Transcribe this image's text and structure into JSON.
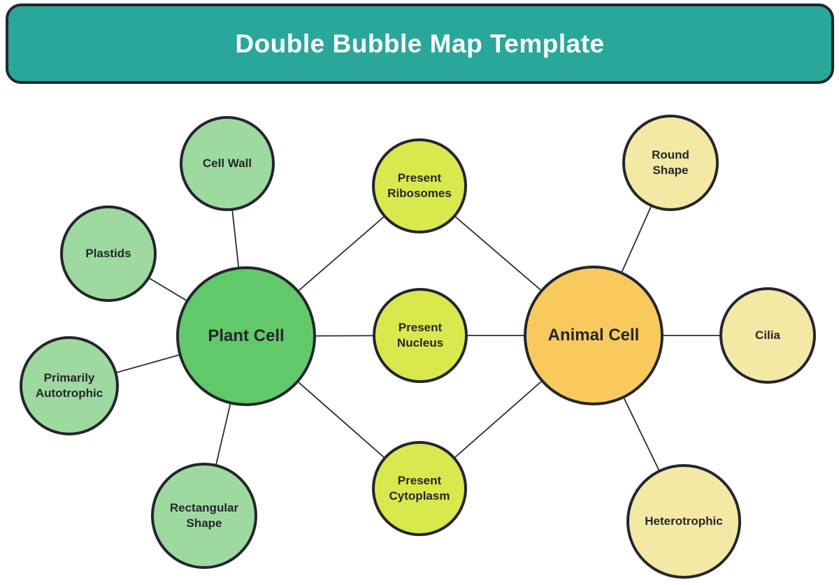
{
  "header": {
    "title": "Double Bubble Map Template"
  },
  "colors": {
    "header_bg": "#2aa79b",
    "outline": "#23262e",
    "connector": "#2a2d35",
    "plant_cell_fill": "#62c96b",
    "plant_attribute_fill": "#9ed9a0",
    "shared_attribute_fill": "#d9e84d",
    "animal_cell_fill": "#f8ca5e",
    "animal_attribute_fill": "#f3e9a5",
    "title_text": "#ffffff",
    "node_text": "#26262b"
  },
  "nodes": {
    "plant_cell": {
      "label": "Plant Cell"
    },
    "animal_cell": {
      "label": "Animal Cell"
    },
    "cell_wall": {
      "label": "Cell Wall"
    },
    "plastids": {
      "label": "Plastids"
    },
    "primarily_autotrophic": {
      "label": "Primarily\nAutotrophic"
    },
    "rectangular_shape": {
      "label": "Rectangular\nShape"
    },
    "present_ribosomes": {
      "label": "Present\nRibosomes"
    },
    "present_nucleus": {
      "label": "Present\nNucleus"
    },
    "present_cytoplasm": {
      "label": "Present\nCytoplasm"
    },
    "round_shape": {
      "label": "Round\nShape"
    },
    "cilia": {
      "label": "Cilia"
    },
    "heterotrophic": {
      "label": "Heterotrophic"
    }
  },
  "edges": [
    "cell_wall-plant_cell",
    "plastids-plant_cell",
    "primarily_autotrophic-plant_cell",
    "rectangular_shape-plant_cell",
    "present_ribosomes-plant_cell",
    "present_ribosomes-animal_cell",
    "present_nucleus-plant_cell",
    "present_nucleus-animal_cell",
    "present_cytoplasm-plant_cell",
    "present_cytoplasm-animal_cell",
    "round_shape-animal_cell",
    "cilia-animal_cell",
    "heterotrophic-animal_cell"
  ]
}
